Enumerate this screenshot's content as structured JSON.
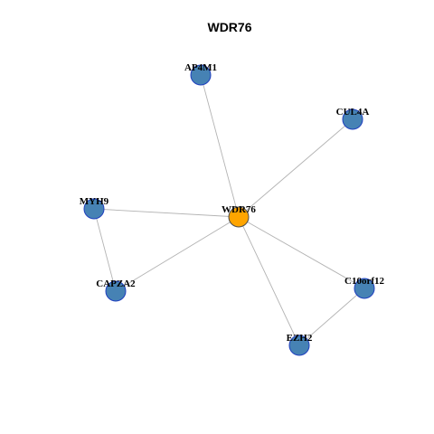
{
  "title": "WDR76",
  "colors": {
    "center_fill": "#FFA500",
    "center_stroke": "#4d4d4d",
    "node_fill": "#4682B4",
    "node_stroke": "#1f3fbf",
    "edge": "#b3b3b3"
  },
  "nodes": [
    {
      "id": "WDR76",
      "label": "WDR76",
      "role": "center"
    },
    {
      "id": "AP4M1",
      "label": "AP4M1",
      "role": "neighbor"
    },
    {
      "id": "CUL4A",
      "label": "CUL4A",
      "role": "neighbor"
    },
    {
      "id": "MYH9",
      "label": "MYH9",
      "role": "neighbor"
    },
    {
      "id": "CAPZA2",
      "label": "CAPZA2",
      "role": "neighbor"
    },
    {
      "id": "C10orf12",
      "label": "C10orf12",
      "role": "neighbor"
    },
    {
      "id": "EZH2",
      "label": "EZH2",
      "role": "neighbor"
    }
  ],
  "edges": [
    [
      "WDR76",
      "AP4M1"
    ],
    [
      "WDR76",
      "CUL4A"
    ],
    [
      "WDR76",
      "MYH9"
    ],
    [
      "WDR76",
      "CAPZA2"
    ],
    [
      "WDR76",
      "C10orf12"
    ],
    [
      "WDR76",
      "EZH2"
    ],
    [
      "MYH9",
      "CAPZA2"
    ],
    [
      "C10orf12",
      "EZH2"
    ]
  ]
}
